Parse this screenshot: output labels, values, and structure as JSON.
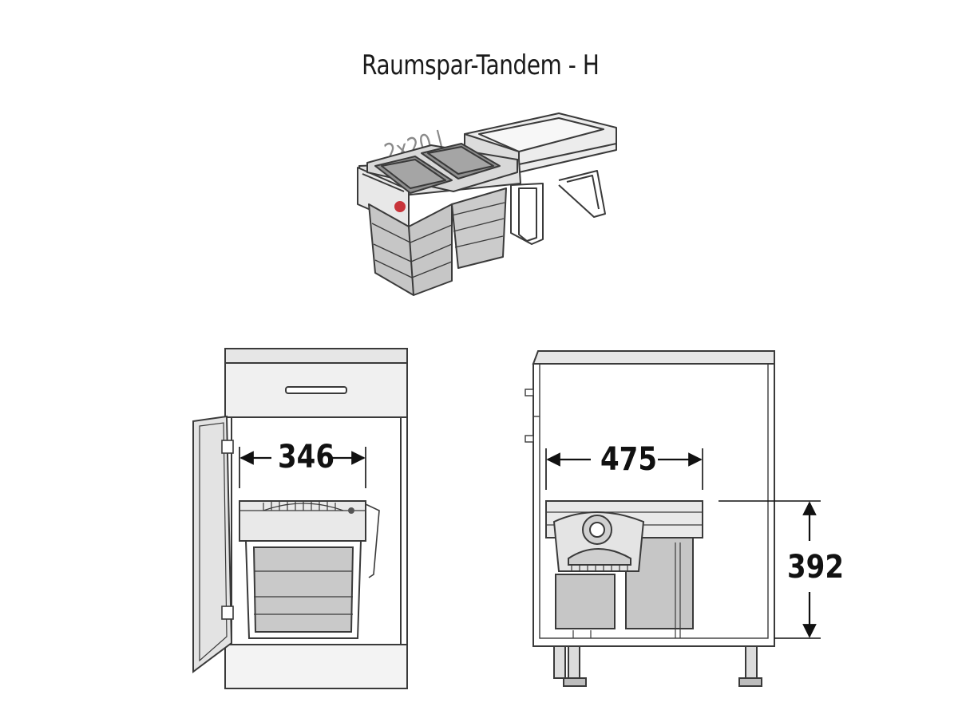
{
  "title": "Raumspar-Tandem - H",
  "capacity_label": "2x20 l",
  "dimensions": {
    "width_front": "346",
    "depth_side": "475",
    "height_side": "392"
  },
  "colors": {
    "line": "#3a3a3a",
    "body_fill": "#e6e6e6",
    "bin_fill": "#c4c4c4",
    "bin_dark": "#9a9a9a",
    "brand_red": "#c8343a"
  }
}
